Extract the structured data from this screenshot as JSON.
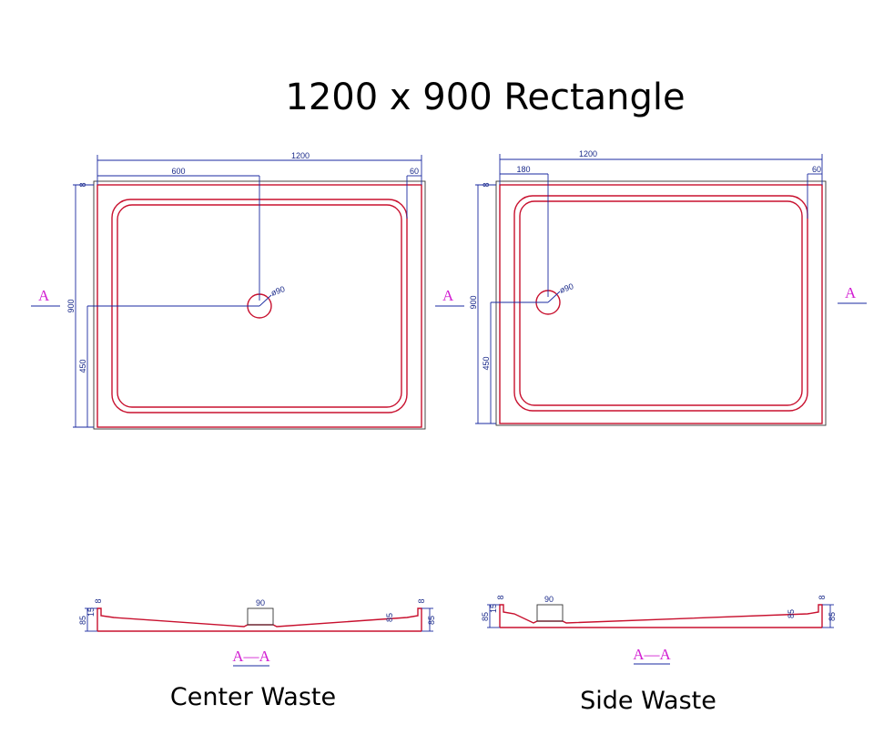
{
  "title": "1200 x 900 Rectangle",
  "captions": {
    "center": "Center Waste",
    "side": "Side Waste"
  },
  "section_marker": "A",
  "section_label": "A—A",
  "center_plan": {
    "dim_total_width": "1200",
    "dim_waste_x": "600",
    "dim_rim": "60",
    "dim_total_height": "900",
    "dim_waste_y": "450",
    "dim_edge": "8",
    "waste_diameter": "ø90"
  },
  "side_plan": {
    "dim_total_width": "1200",
    "dim_waste_x": "180",
    "dim_rim": "60",
    "dim_total_height": "900",
    "dim_waste_y": "450",
    "dim_edge": "8",
    "waste_diameter": "ø90"
  },
  "center_section": {
    "dim_height": "85",
    "dim_waste": "90",
    "dim_edge": "8",
    "dim_lip": "15",
    "dim_inner": "85"
  },
  "side_section": {
    "dim_height": "85",
    "dim_waste": "90",
    "dim_edge": "8",
    "dim_lip": "15",
    "dim_inner": "85"
  }
}
